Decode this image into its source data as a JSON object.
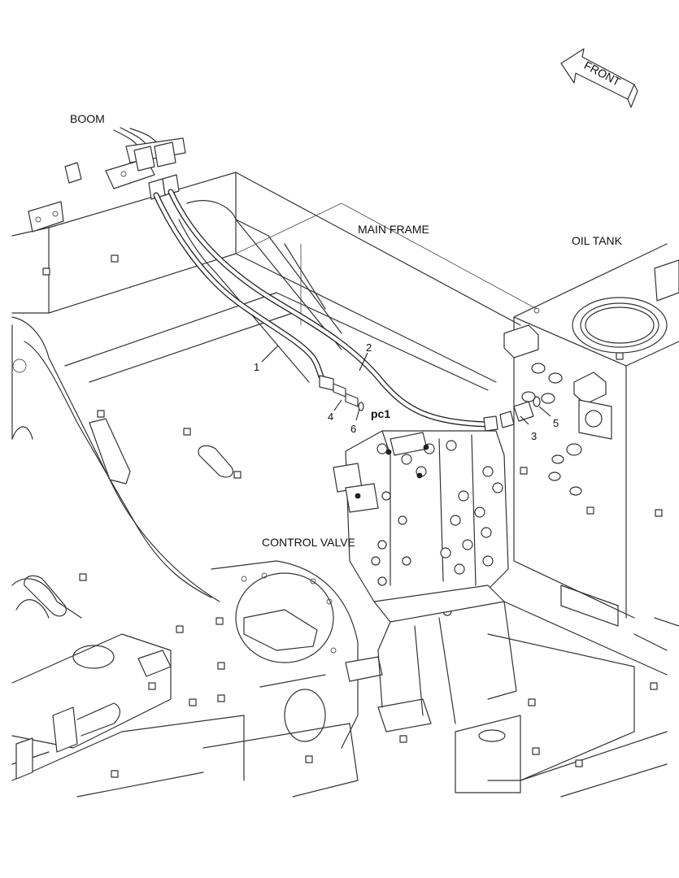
{
  "labels": {
    "front": "FRONT",
    "boom": "BOOM",
    "main_frame": "MAIN FRAME",
    "oil_tank": "OIL TANK",
    "control_valve": "CONTROL VALVE",
    "port": "pc1"
  },
  "callouts": [
    "1",
    "2",
    "3",
    "4",
    "5",
    "6"
  ]
}
